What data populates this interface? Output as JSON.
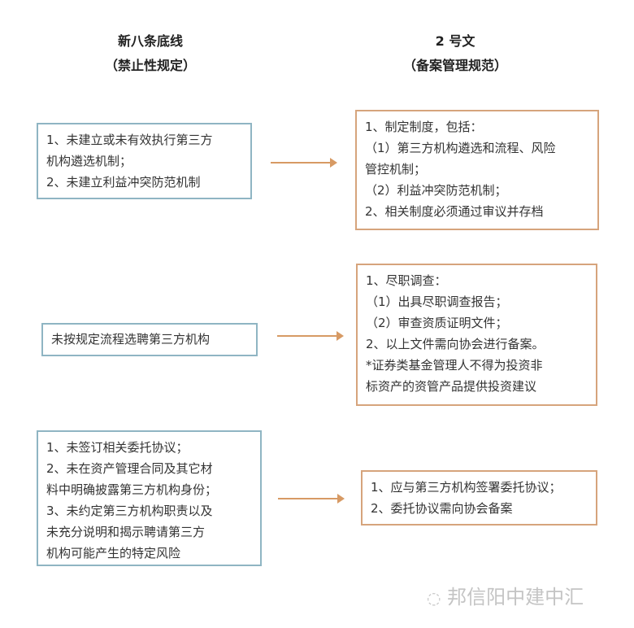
{
  "left_header": {
    "title": "新八条底线",
    "subtitle": "（禁止性规定）"
  },
  "right_header": {
    "title": "2 号文",
    "subtitle": "（备案管理规范）"
  },
  "rows": [
    {
      "left": [
        "1、未建立或未有效执行第三方",
        "机构遴选机制；",
        "2、未建立利益冲突防范机制"
      ],
      "right": [
        "1、制定制度，包括：",
        "（1）第三方机构遴选和流程、风险",
        "管控机制；",
        "（2）利益冲突防范机制；",
        "2、相关制度必须通过审议并存档"
      ]
    },
    {
      "left": [
        "未按规定流程选聘第三方机构"
      ],
      "right": [
        "1、尽职调查：",
        "（1）出具尽职调查报告；",
        "（2）审查资质证明文件；",
        "2、以上文件需向协会进行备案。",
        "*证券类基金管理人不得为投资非",
        "标资产的资管产品提供投资建议"
      ]
    },
    {
      "left": [
        "1、未签订相关委托协议；",
        "2、未在资产管理合同及其它材",
        "料中明确披露第三方机构身份；",
        "3、未约定第三方机构职责以及",
        "未充分说明和揭示聘请第三方",
        "机构可能产生的特定风险"
      ],
      "right": [
        "1、应与第三方机构签署委托协议；",
        "2、委托协议需向协会备案"
      ]
    }
  ],
  "watermark": "邦信阳中建中汇",
  "colors": {
    "left_border": "#8fb5c3",
    "right_border": "#d6a47c",
    "arrow": "#d79a64"
  }
}
